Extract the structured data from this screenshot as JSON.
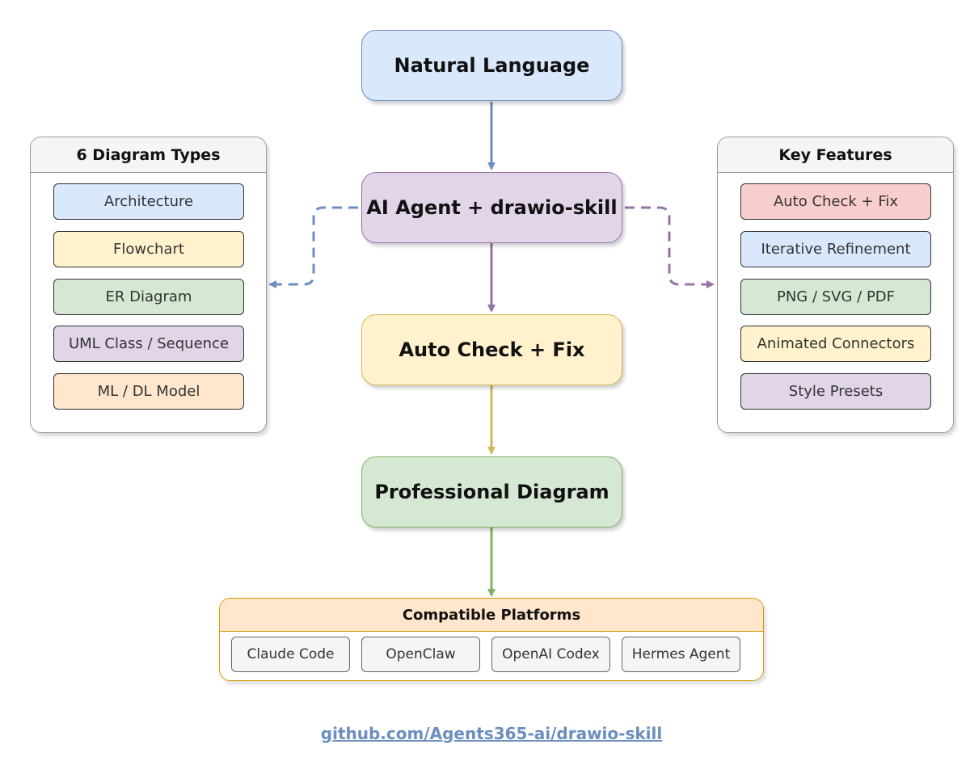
{
  "flow": {
    "natural_language": "Natural Language",
    "agent": "AI Agent + drawio-skill",
    "auto_check": "Auto Check + Fix",
    "professional": "Professional Diagram"
  },
  "diagram_types": {
    "title": "6 Diagram Types",
    "items": [
      {
        "label": "Architecture",
        "color": "blue"
      },
      {
        "label": "Flowchart",
        "color": "yellow"
      },
      {
        "label": "ER Diagram",
        "color": "green"
      },
      {
        "label": "UML Class / Sequence",
        "color": "purple"
      },
      {
        "label": "ML / DL Model",
        "color": "orange"
      }
    ]
  },
  "key_features": {
    "title": "Key Features",
    "items": [
      {
        "label": "Auto Check + Fix",
        "color": "red"
      },
      {
        "label": "Iterative Refinement",
        "color": "blue"
      },
      {
        "label": "PNG / SVG / PDF",
        "color": "green"
      },
      {
        "label": "Animated Connectors",
        "color": "yellow"
      },
      {
        "label": "Style Presets",
        "color": "purple"
      }
    ]
  },
  "platforms": {
    "title": "Compatible Platforms",
    "items": [
      "Claude Code",
      "OpenClaw",
      "OpenAI Codex",
      "Hermes Agent"
    ]
  },
  "footer": {
    "link": "github.com/Agents365-ai/drawio-skill"
  },
  "colors": {
    "blue_fill": "#dae8fc",
    "blue_stroke": "#6c8ebf",
    "purple_fill": "#e1d5e7",
    "purple_stroke": "#9673a6",
    "yellow_fill": "#fff2cc",
    "yellow_stroke": "#d6b656",
    "green_fill": "#d5e8d4",
    "green_stroke": "#82b366",
    "orange_fill": "#ffe6cc",
    "orange_stroke": "#d79b00",
    "red_fill": "#f8cecc",
    "red_stroke": "#b85450"
  }
}
